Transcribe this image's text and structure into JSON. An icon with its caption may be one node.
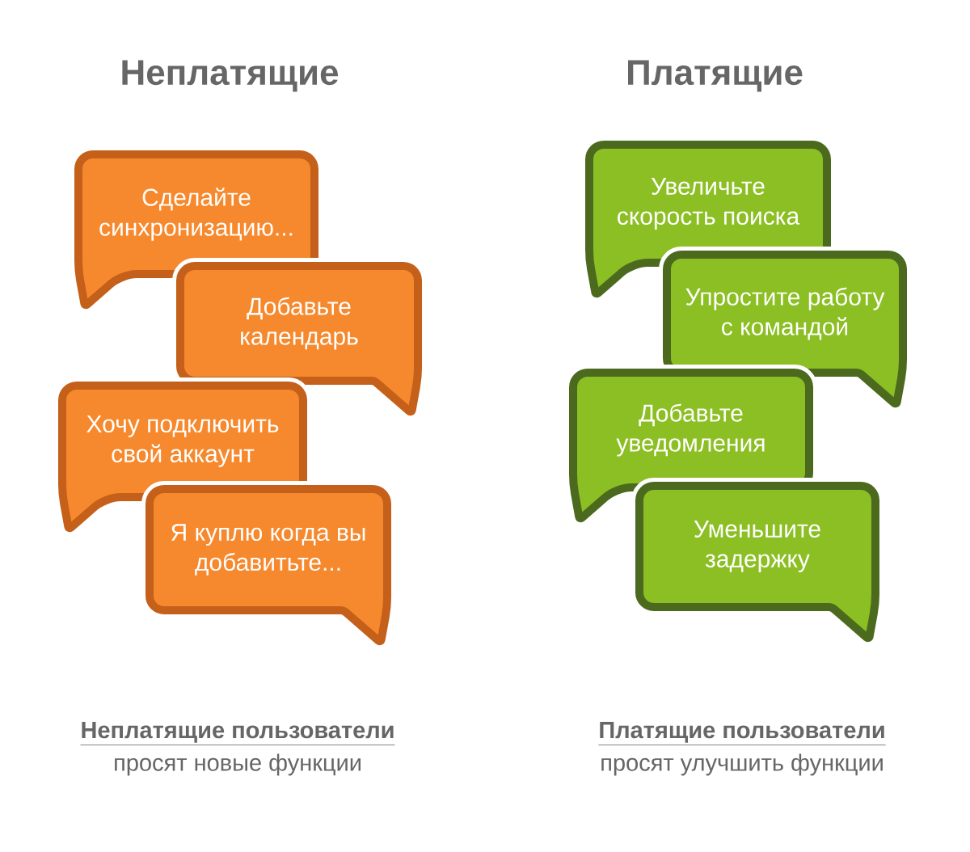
{
  "diagram": {
    "nodes": [
      {
        "text": [
          "Сделайте синхронизацию..."
        ]
      },
      {
        "text": [
          "Добавьте календарь"
        ]
      },
      {
        "text": [
          "Хочу подключить свой аккаунт"
        ]
      },
      {
        "text": [
          "Я куплю когда вы добавитьте..."
        ]
      },
      {
        "text": [
          "Увеличьте скорость поиска"
        ]
      },
      {
        "text": [
          "Упростите работу с командой"
        ]
      },
      {
        "text": [
          "Добавьте уведомления"
        ]
      },
      {
        "text": [
          "Уменьшите задержку"
        ]
      }
    ],
    "labels": [
      "Неплатящие",
      "Платящие",
      "Неплатящие пользователи",
      "Платящие пользователи",
      "просят новые функции",
      "просят улучшить функции"
    ]
  }
}
